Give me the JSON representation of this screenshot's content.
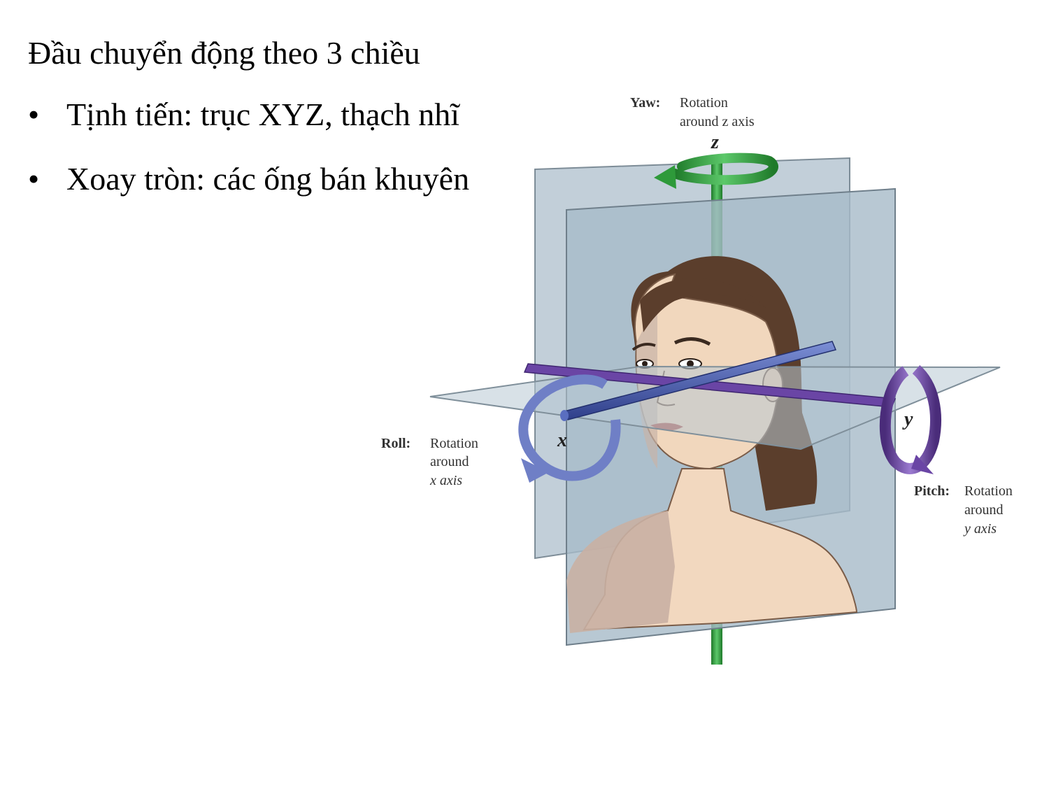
{
  "slide": {
    "title": "Đầu chuyển động theo 3 chiều",
    "bullets": [
      {
        "text": "Tịnh tiến: trục XYZ, thạch nhĩ"
      },
      {
        "text": "Xoay tròn: các ống bán khuyên"
      }
    ]
  },
  "figure": {
    "axes": {
      "x": "x",
      "y": "y",
      "z": "z"
    },
    "yaw": {
      "title": "Yaw:",
      "line1": "Rotation",
      "line2": "around z axis"
    },
    "roll": {
      "title": "Roll:",
      "line1": "Rotation",
      "line2": "around",
      "line3": "x axis"
    },
    "pitch": {
      "title": "Pitch:",
      "line1": "Rotation",
      "line2": "around",
      "line3": "y axis"
    }
  },
  "colors": {
    "z_axis": "#2e9a3a",
    "x_axis": "#4a5fb0",
    "y_axis": "#6a3fa0",
    "plane": "#a9bccb",
    "hair": "#5a3d2b",
    "skin": "#f1d7bd"
  }
}
